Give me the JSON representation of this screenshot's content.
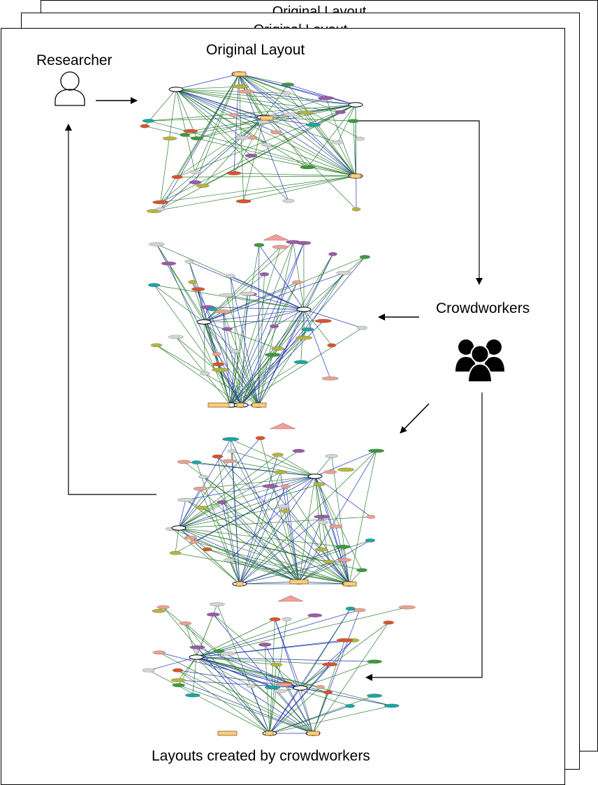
{
  "back_pages": {
    "page3_title": "Original Layout",
    "page2_title": "Original Layout"
  },
  "main": {
    "original_layout_title": "Original Layout",
    "researcher_label": "Researcher",
    "crowdworkers_label": "Crowdworkers",
    "bottom_caption": "Layouts created by crowdworkers"
  },
  "icons": {
    "researcher": "user-outline-icon",
    "crowdworkers": "group-users-icon"
  },
  "colors": {
    "edge_green": "#2e7d32",
    "edge_blue": "#2233bb",
    "node_purple": "#9b5aa8",
    "node_gray": "#d4d4d4",
    "node_teal": "#1aa6a0",
    "node_green": "#3a9a3a",
    "node_orange": "#d9532b",
    "node_salmon": "#e9a190",
    "node_olive": "#b5b53a",
    "node_box": "#f3d27a"
  }
}
